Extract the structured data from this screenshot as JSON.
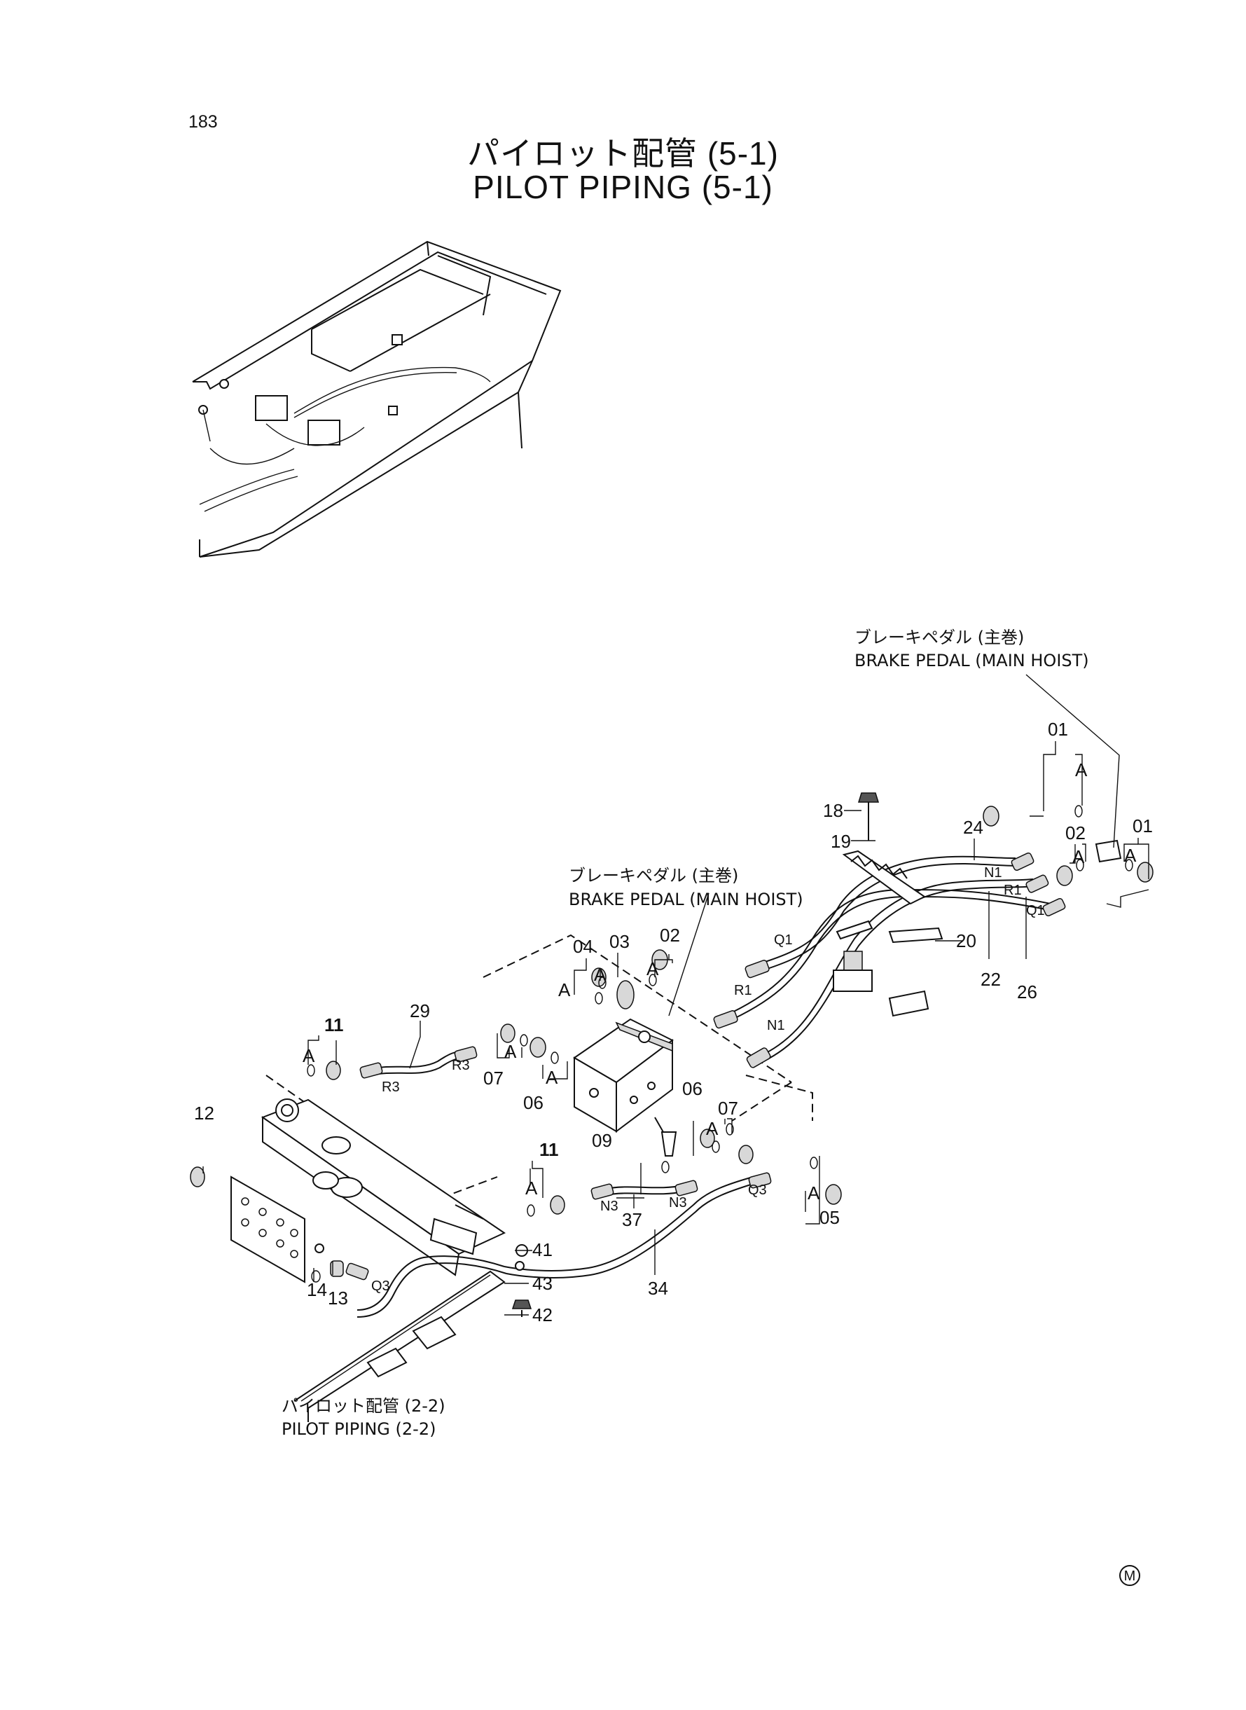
{
  "page_number": "183",
  "title": {
    "ja": "パイロット配管 (5-1)",
    "en": "PILOT PIPING (5-1)"
  },
  "captions": {
    "brake_pedal_top_ja": "ブレーキペダル (主巻)",
    "brake_pedal_top_en": "BRAKE PEDAL (MAIN HOIST)",
    "brake_pedal_mid_ja": "ブレーキペダル (主巻)",
    "brake_pedal_mid_en": "BRAKE PEDAL (MAIN HOIST)",
    "pilot_piping_ref_ja": "パイロット配管 (2-2)",
    "pilot_piping_ref_en": "PILOT PIPING (2-2)"
  },
  "part_numbers": {
    "p01a": "01",
    "p01b": "01",
    "p02a": "02",
    "p02b": "02",
    "p03": "03",
    "p04": "04",
    "p05": "05",
    "p06a": "06",
    "p06b": "06",
    "p07a": "07",
    "p07b": "07",
    "p09": "09",
    "p11a": "11",
    "p11b": "11",
    "p12": "12",
    "p13": "13",
    "p14": "14",
    "p18": "18",
    "p19": "19",
    "p20": "20",
    "p22": "22",
    "p24": "24",
    "p26": "26",
    "p29": "29",
    "p34": "34",
    "p37": "37",
    "p41": "41",
    "p42": "42",
    "p43": "43"
  },
  "port_labels": {
    "n1_top": "N1",
    "r1_top": "R1",
    "q1_top": "Q1",
    "q1_mid": "Q1",
    "r1_mid": "R1",
    "n1_mid": "N1",
    "r3_a": "R3",
    "r3_b": "R3",
    "n3_a": "N3",
    "n3_b": "N3",
    "q3_a": "Q3",
    "q3_b": "Q3"
  },
  "detail_marks": {
    "a1": "A",
    "a2": "A",
    "a3": "A",
    "a4": "A",
    "a5": "A",
    "a6": "A",
    "a7": "A",
    "a8": "A",
    "a9": "A",
    "a10": "A",
    "a11": "A",
    "a12": "A"
  },
  "footer_symbol": "M"
}
